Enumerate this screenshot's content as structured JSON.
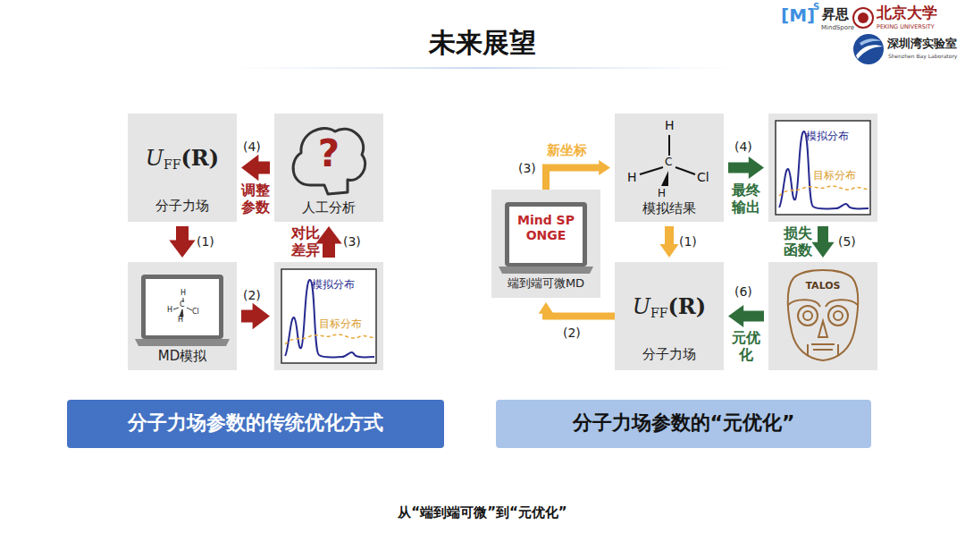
{
  "diagram": {
    "title": "未来展望",
    "caption": "从“端到端可微”到“元优化”",
    "nodes": [
      {
        "text": [
          "U",
          "FF",
          "(R)",
          "分子力场"
        ]
      },
      {
        "text": [
          "?",
          "人工分析"
        ]
      },
      {
        "text": [
          "MD模拟",
          "H",
          "H",
          "C",
          "Cl",
          "H"
        ]
      },
      {
        "text": [
          "模拟分布",
          "目标分布"
        ]
      },
      {
        "text": [
          "分子力场参数的传统优化方式"
        ]
      },
      {
        "text": [
          "Mind SPONGE",
          "端到端可微MD"
        ]
      },
      {
        "text": [
          "模拟结果",
          "H",
          "H",
          "C",
          "Cl",
          "H"
        ]
      },
      {
        "text": [
          "模拟分布",
          "目标分布"
        ]
      },
      {
        "text": [
          "U",
          "FF",
          "(R)",
          "分子力场"
        ]
      },
      {
        "text": [
          "TALOS"
        ]
      },
      {
        "text": [
          "分子力场参数的“元优化”"
        ]
      }
    ],
    "edges": [
      {
        "from": 1,
        "to": 0,
        "arrow": "to",
        "label": "调整参数"
      },
      {
        "from": 0,
        "to": 2,
        "arrow": "to"
      },
      {
        "from": 2,
        "to": 3,
        "arrow": "to"
      },
      {
        "from": 3,
        "to": 1,
        "arrow": "to",
        "label": "对比差异"
      },
      {
        "from": 5,
        "to": 6,
        "arrow": "to",
        "label": "新坐标"
      },
      {
        "from": 6,
        "to": 8,
        "arrow": "to"
      },
      {
        "from": 8,
        "to": 5,
        "arrow": "to"
      },
      {
        "from": 6,
        "to": 7,
        "arrow": "to",
        "label": "最终输出"
      },
      {
        "from": 7,
        "to": 9,
        "arrow": "to",
        "label": "损失函数"
      },
      {
        "from": 9,
        "to": 8,
        "arrow": "to",
        "label": "元优化"
      }
    ],
    "labels": [
      "[M]",
      "S",
      "昇思",
      "MindSpore",
      "北京大学",
      "PEKING UNIVERSITY",
      "深圳湾实验室",
      "Shenzhen Bay Laboratory",
      "(4)",
      "(1)",
      "(2)",
      "(3)",
      "(3)",
      "(1)",
      "(2)",
      "(4)",
      "(6)",
      "(5)"
    ]
  }
}
